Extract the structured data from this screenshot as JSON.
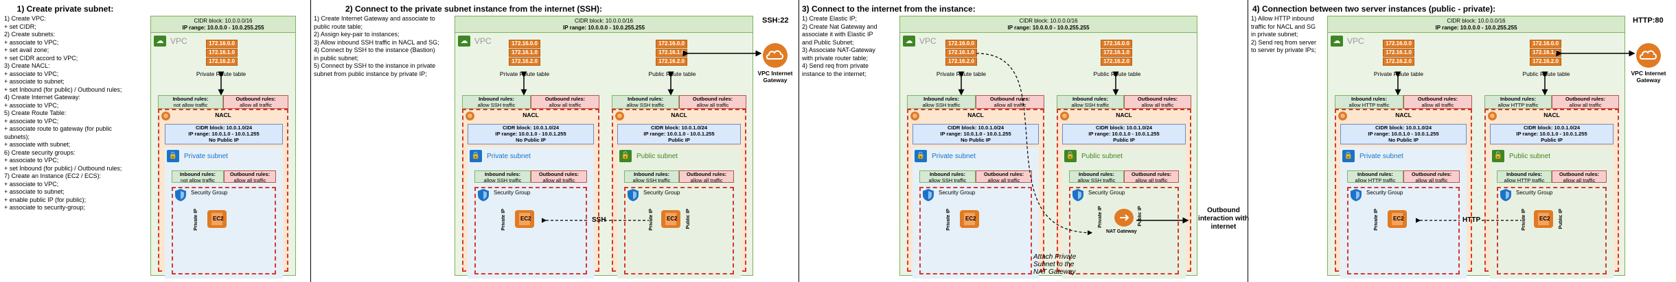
{
  "sections": [
    {
      "title": "1) Create private subnet:",
      "steps": "1) Create VPC:\n      + set CIDR;\n2) Create subnets:\n      + associate to VPC;\n      + set avail zone;\n      + set CIDR accord to VPC;\n3) Create NACL:\n      + associate to VPC;\n      + associate to subnet;\n      + set Inbound (for public) / Outbound rules;\n4) Create Internet Gateway:\n      + associate to VPC;\n5) Create Route Table:\n      + associate to VPC;\n      + associate route to gateway (for public\nsubnets);\n      + associate with subnet;\n6) Create security groups:\n      + associate to VPC;\n      + set Inbound (for public) / Outbound rules;\n7) Create an Instance (EC2 / ECS):\n      + associate to VPC;\n      + associate to subnet;\n      + enable public IP (for public);\n      + associate to security-group;"
    },
    {
      "title": "2) Connect to the private subnet instance from the internet (SSH):",
      "steps": "1) Create Internet Gateway and associate to\npublic route table;\n2) Assign key-pair to instances;\n3) Allow inbound SSH traffic in NACL and SG;\n4) Connect by SSH to the instance (Bastion)\nin public subnet;\n5) Connect by SSH to the instance in private\nsubnet from public instance by private IP;"
    },
    {
      "title": "3) Connect to the internet from the instance:",
      "steps": "1) Create Elastic IP;\n2) Create Nat Gateway and\nassociate it with Elastic IP\nand Public Subnet;\n3) Associate NAT-Gateway\nwith private router table;\n4) Send req from private\ninstance to the internet;"
    },
    {
      "title": "4) Connection between two server instances (public - private):",
      "steps": "1) Allow HTTP inbound\ntraffic for NACL and SG\nin private subnet;\n2) Send req from server\nto server by private IPs;"
    }
  ],
  "vpc": {
    "cidr": "CIDR block: 10.0.0.0/16",
    "range": "IP range: 10.0.0.0 - 10.0.255.255",
    "label": "VPC"
  },
  "route_ips": [
    "172.16.0.0",
    "172.16.1.0",
    "172.16.2.0"
  ],
  "private_route_label": "Private Route table",
  "public_route_label": "Public Route table",
  "nacl_label": "NACL",
  "security_group_label": "Security Group",
  "private_subnet": {
    "label": "Private subnet",
    "cidr": "CIDR block: 10.0.1.0/24",
    "range": "IP range: 10.0.1.0 - 10.0.1.255",
    "ip_note": "No Public IP"
  },
  "public_subnet": {
    "label": "Public subnet",
    "cidr": "CIDR block: 10.0.1.0/24",
    "range": "IP range: 10.0.1.0 - 10.0.1.255",
    "ip_note": "Public IP"
  },
  "rules": {
    "inbound_title": "Inbound rules:",
    "outbound_title": "Outbound rules:",
    "not_allow": "not allow traffic",
    "not_allow_short": "not allow traffic",
    "allow_all": "allow all traffic",
    "allow_ssh": "allow SSH traffic",
    "allow_http": "allow HTTP traffic"
  },
  "ec2_label": "EC2",
  "private_ip_label": "Private IP",
  "public_ip_label": "Public IP",
  "igw_label": "VPC Internet\nGateway",
  "ssh_protocol": "SSH:22",
  "http_protocol": "HTTP:80",
  "ssh_link": "SSH",
  "http_link": "HTTP",
  "nat_gateway_label": "NAT Gateway",
  "nat_note": "Attach Private\nSubnet to the\nNAT Gateway",
  "outbound_note": "Outbound\ninteraction with\ninternet",
  "colors": {
    "vpc_border": "#7cb35c",
    "route_orange": "#e07b24",
    "nacl_border": "#d9362a",
    "subnet_blue": "#dae8fc",
    "private_icon": "#1a73c7",
    "public_icon": "#3f8624"
  }
}
